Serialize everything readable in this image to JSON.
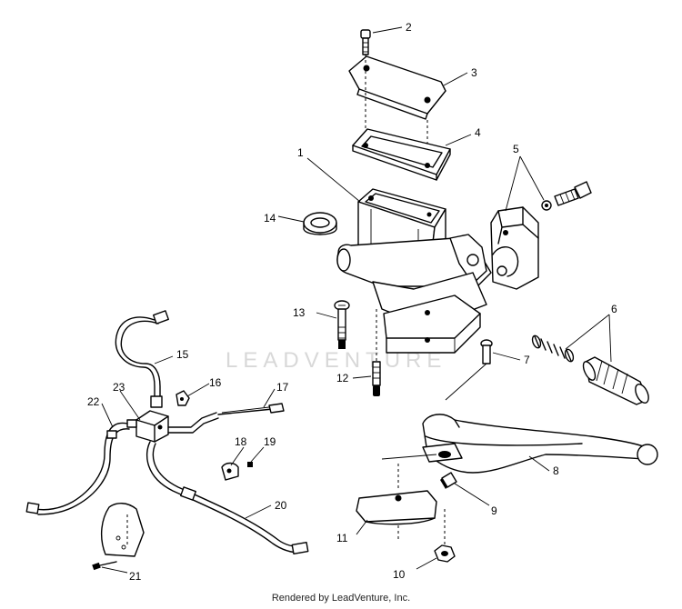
{
  "watermark": "LEADVENTURE",
  "footer": "Rendered by LeadVenture, Inc.",
  "callouts": [
    "1",
    "2",
    "3",
    "4",
    "5",
    "6",
    "7",
    "8",
    "9",
    "10",
    "11",
    "12",
    "13",
    "14",
    "15",
    "16",
    "17",
    "18",
    "19",
    "20",
    "21",
    "22",
    "23"
  ]
}
